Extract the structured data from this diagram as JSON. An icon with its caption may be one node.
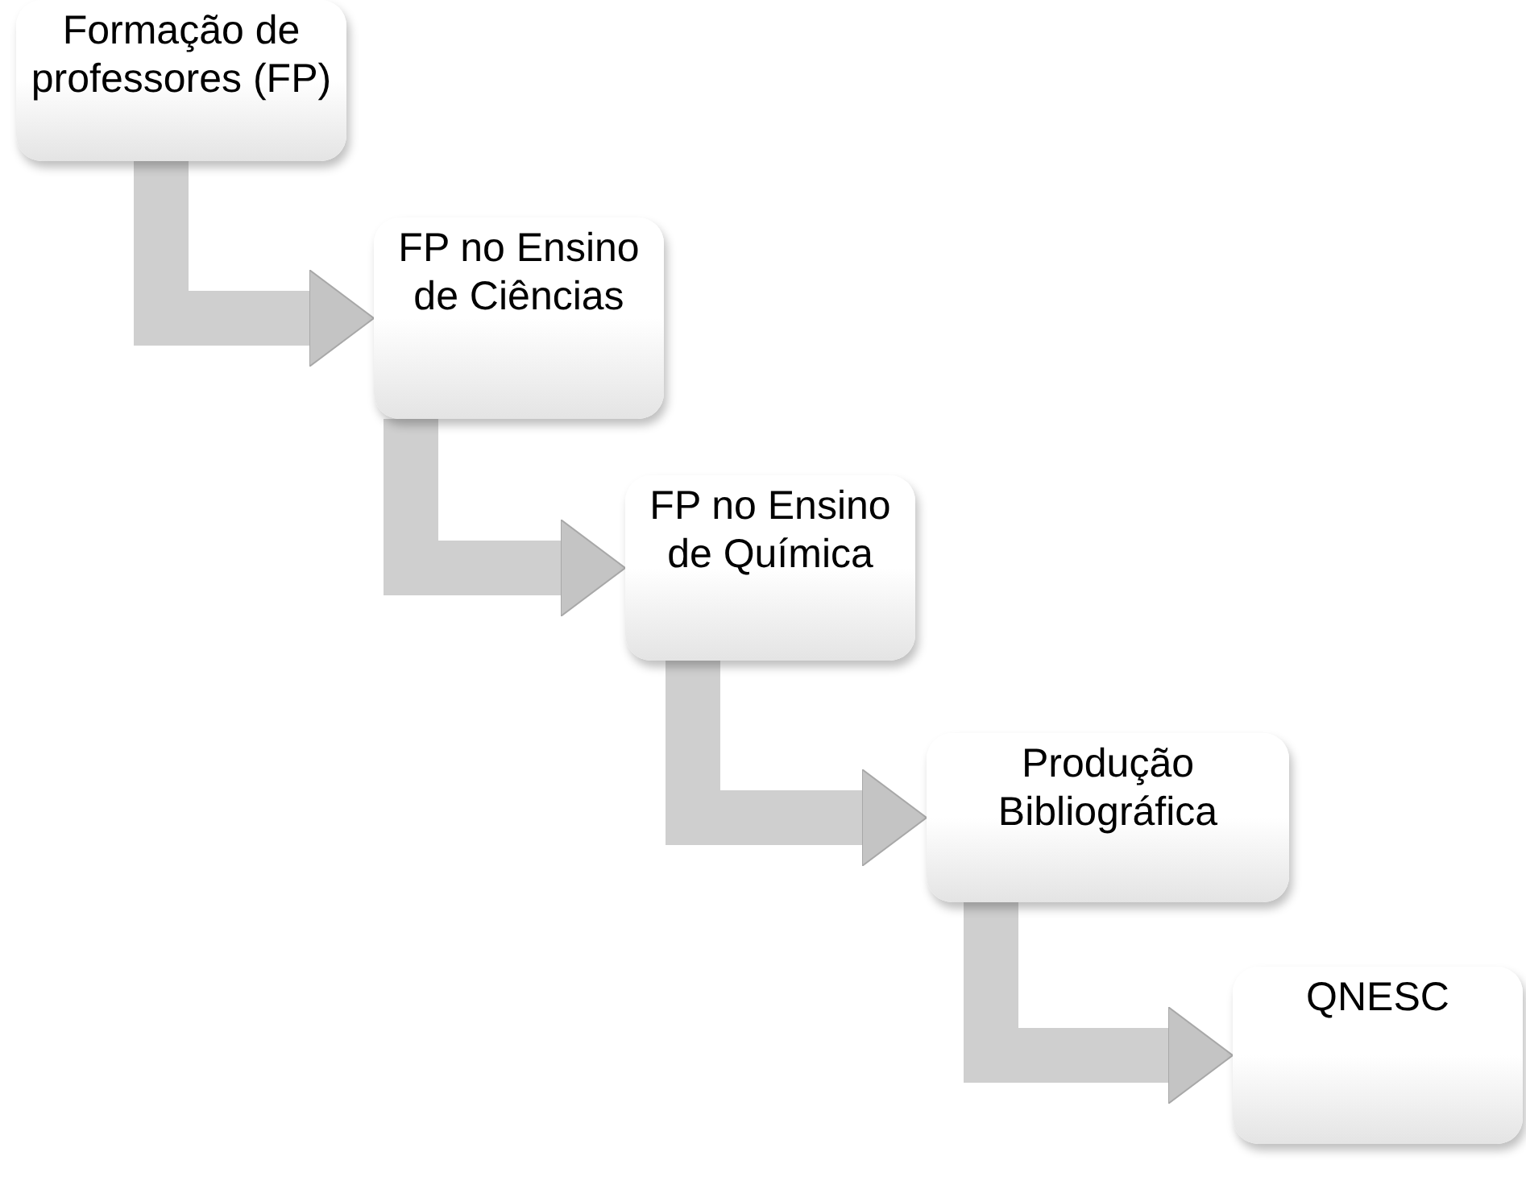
{
  "diagram": {
    "nodes": [
      {
        "text": [
          "Formação de professores  (FP)"
        ]
      },
      {
        "text": [
          "FP no Ensino de Ciências"
        ]
      },
      {
        "text": [
          "FP no Ensino de Química"
        ]
      },
      {
        "text": [
          "Produção Bibliográfica"
        ]
      },
      {
        "text": [
          "QNESC"
        ]
      }
    ],
    "edges": [
      {
        "from": 0,
        "to": 1,
        "arrow": "to"
      },
      {
        "from": 1,
        "to": 2,
        "arrow": "to"
      },
      {
        "from": 2,
        "to": 3,
        "arrow": "to"
      },
      {
        "from": 3,
        "to": 4,
        "arrow": "to"
      }
    ]
  }
}
